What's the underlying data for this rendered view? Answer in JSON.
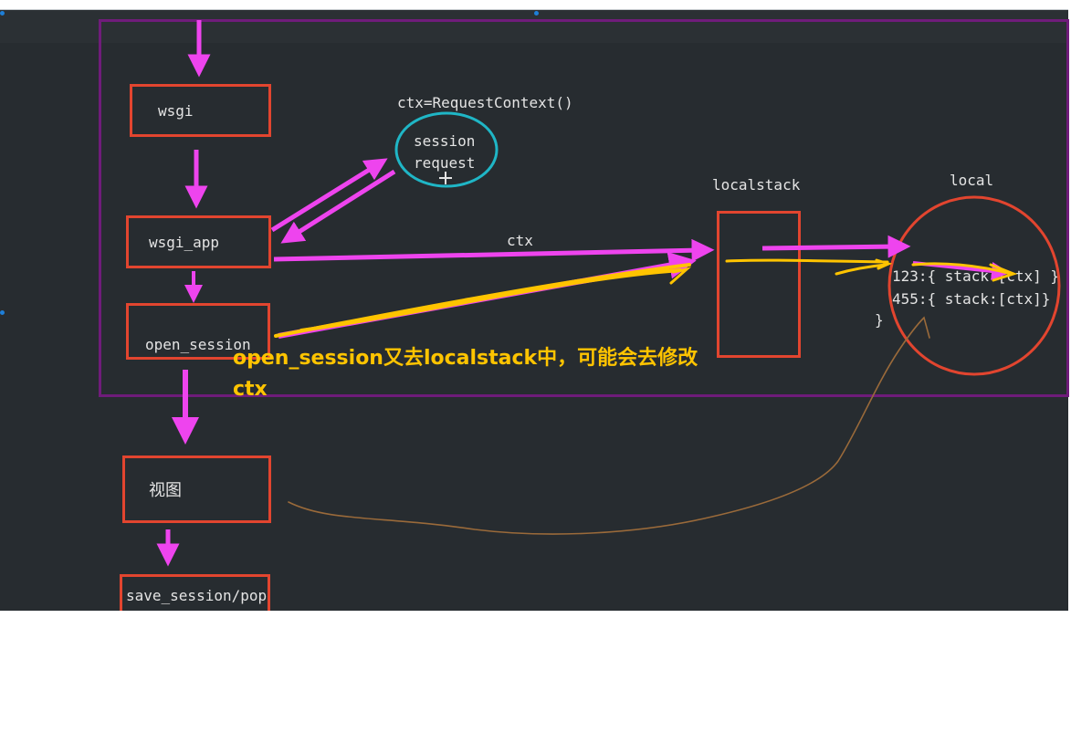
{
  "diagram": {
    "nodes": {
      "wsgi": "wsgi",
      "wsgi_app": "wsgi_app",
      "open_session": "open_session",
      "view": "视图",
      "save_session": "save_session/pop"
    },
    "request_context": {
      "title": "ctx=RequestContext()",
      "items": [
        "session",
        "request"
      ]
    },
    "localstack_label": "localstack",
    "local": {
      "label": "local",
      "lines": [
        "123:{ stack:[ctx] }",
        "455:{ stack:[ctx]}",
        "}"
      ]
    },
    "edge_label_ctx": "ctx",
    "annotation": [
      "open_session又去localstack中，可能会去修改",
      "ctx"
    ]
  },
  "colors": {
    "background": "#272c30",
    "frame": "#6f1c7a",
    "box_border": "#e2452f",
    "arrow_magenta": "#ee44ee",
    "highlight_yellow": "#ffc400",
    "ellipse_cyan": "#1fb6c6",
    "pen_brown": "#9a6a3a"
  }
}
